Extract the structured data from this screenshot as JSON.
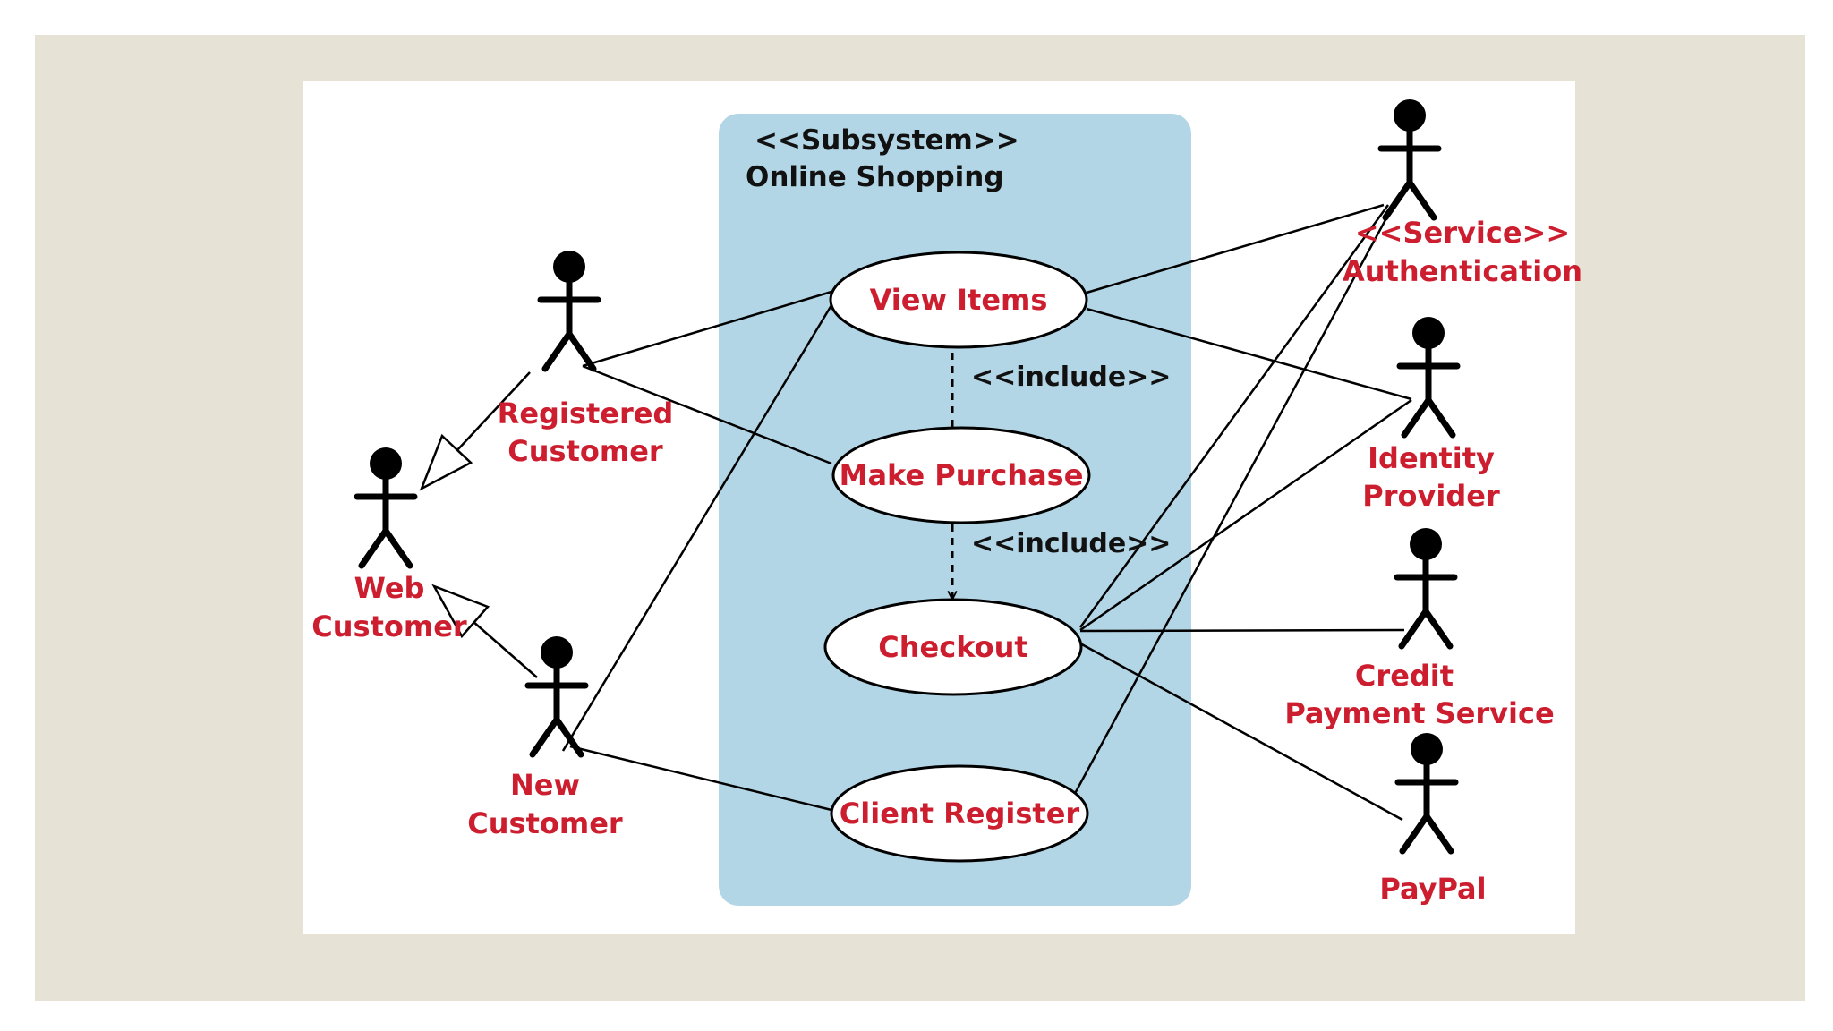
{
  "colors": {
    "outer_background": "#e6e2d6",
    "canvas_background": "#ffffff",
    "subsystem_fill": "#b3d6e6",
    "label_red": "#cc1e2e",
    "ink": "#000000"
  },
  "subsystem": {
    "stereotype": "<<Subsystem>>",
    "name": "Online Shopping"
  },
  "use_cases": {
    "view_items": "View Items",
    "make_purchase": "Make Purchase",
    "checkout": "Checkout",
    "client_register": "Client Register"
  },
  "relations": {
    "include_1": "<<include>>",
    "include_2": "<<include>>"
  },
  "actors": {
    "registered_customer": {
      "line1": "Registered",
      "line2": "Customer"
    },
    "web_customer": {
      "line1": "Web",
      "line2": "Customer"
    },
    "new_customer": {
      "line1": "New",
      "line2": "Customer"
    },
    "authentication": {
      "line1": "<<Service>>",
      "line2": "Authentication"
    },
    "identity_provider": {
      "line1": "Identity",
      "line2": "Provider"
    },
    "credit_payment": {
      "line1": "Credit",
      "line2": "Payment Service"
    },
    "paypal": {
      "line1": "PayPal"
    }
  }
}
